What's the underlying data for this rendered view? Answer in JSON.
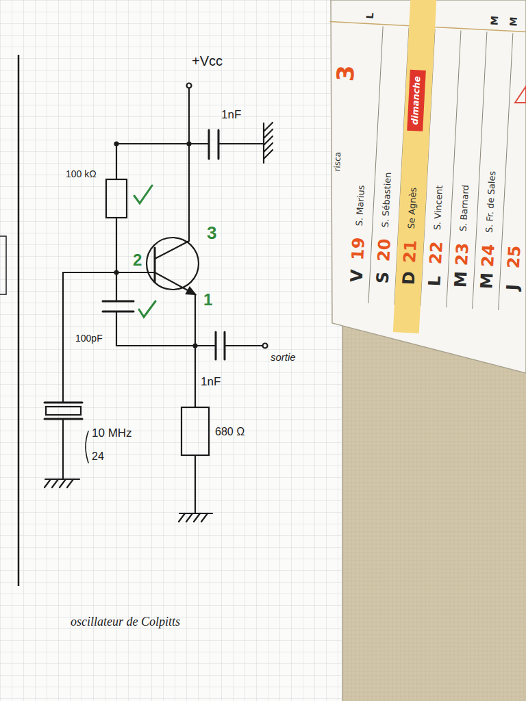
{
  "diagram": {
    "caption": "oscillateur de Colpitts",
    "nodes": [
      {
        "text": [
          "D",
          "21",
          "Se Agnès"
        ]
      },
      {
        "text": [
          "dimanche"
        ],
        "in": 0
      }
    ],
    "labels": [
      "+Vcc",
      "1nF",
      "100 kΩ",
      "3",
      "2",
      "1",
      "100pF",
      "sortie",
      "1nF",
      "680 Ω",
      "10 MHz",
      "24",
      "3",
      "risca",
      "V",
      "19",
      "S. Marius",
      "S",
      "20",
      "S. Sébastien",
      "L",
      "22",
      "S. Vincent",
      "M",
      "23",
      "S. Barnard",
      "M",
      "24",
      "S. Fr. de Sales",
      "J",
      "25",
      "L",
      "M",
      "M"
    ]
  }
}
